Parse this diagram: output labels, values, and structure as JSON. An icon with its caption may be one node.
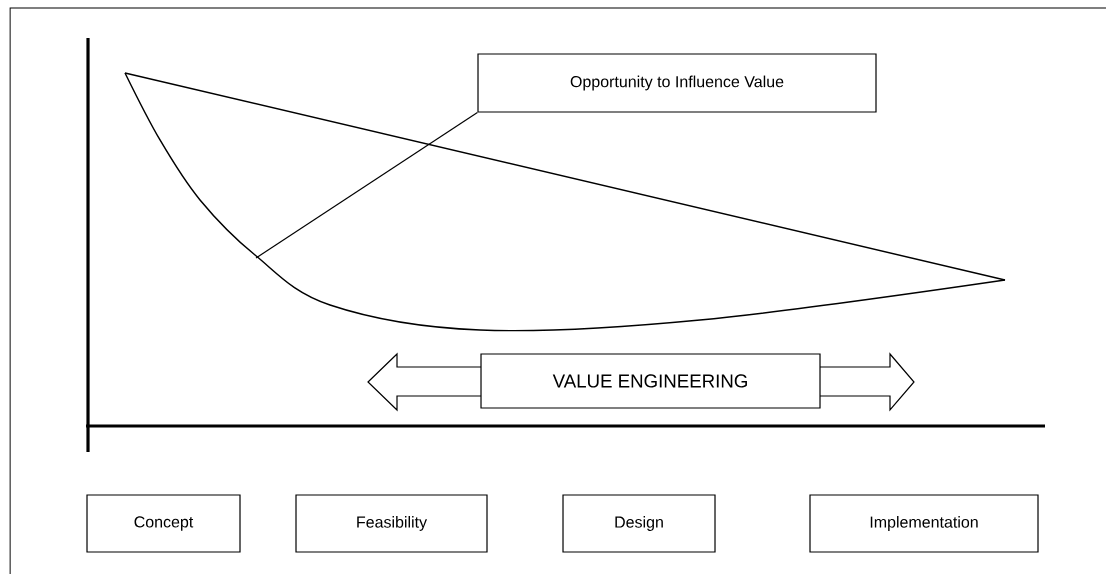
{
  "diagram": {
    "nodes": [
      {
        "text": [
          "Opportunity to Influence Value"
        ]
      },
      {
        "text": [
          "VALUE ENGINEERING"
        ]
      },
      {
        "text": [
          "Concept"
        ]
      },
      {
        "text": [
          "Feasibility"
        ]
      },
      {
        "text": [
          "Design"
        ]
      },
      {
        "text": [
          "Implementation"
        ]
      },
      {
        "text": [],
        "shape": "curve"
      }
    ],
    "edges": [
      {
        "from": 0,
        "to": 6,
        "arrow": "none"
      }
    ]
  }
}
